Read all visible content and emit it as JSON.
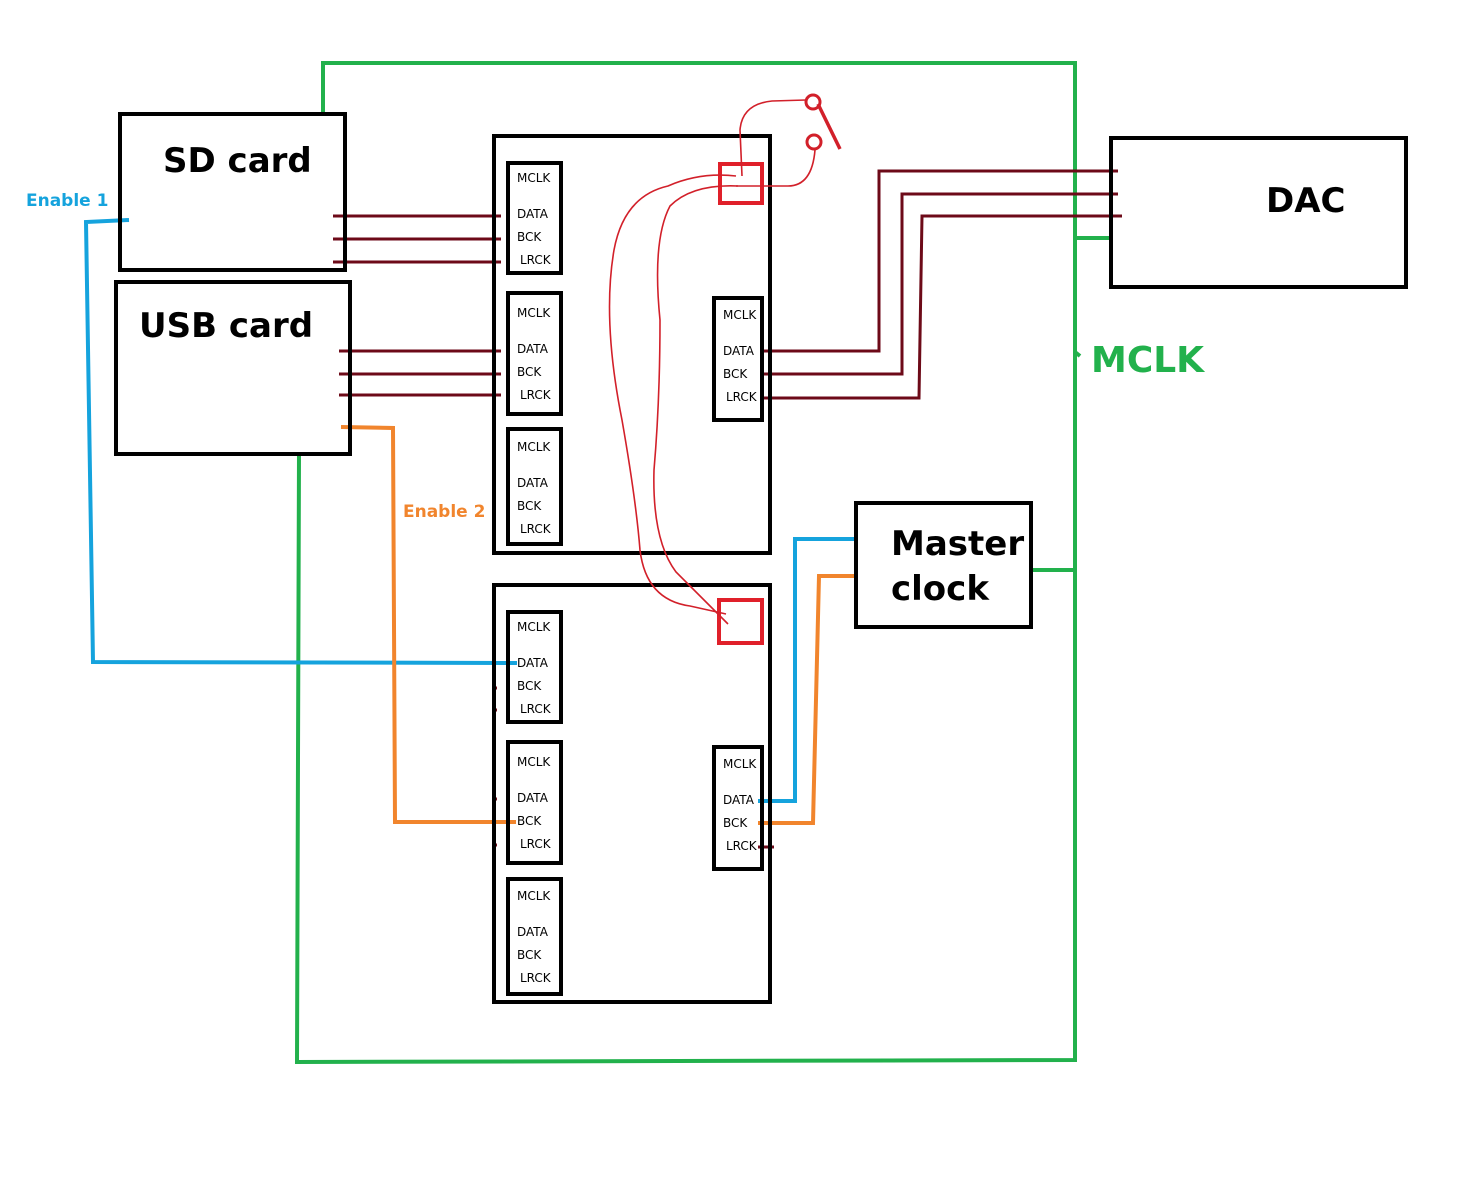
{
  "colors": {
    "mclk": "#22b14c",
    "enable1": "#15a3dd",
    "enable2": "#f1852d",
    "signal": "#6d0a18",
    "switch": "#d2202a"
  },
  "blocks": {
    "sd_card": "SD card",
    "usb_card": "USB card",
    "dac": "DAC",
    "master_clock_line1": "Master",
    "master_clock_line2": "clock"
  },
  "labels": {
    "enable1": "Enable 1",
    "enable2": "Enable 2",
    "mclk": "MCLK"
  },
  "pins": {
    "mclk": "MCLK",
    "data": "DATA",
    "bck": "BCK",
    "lrck": "LRCK"
  }
}
